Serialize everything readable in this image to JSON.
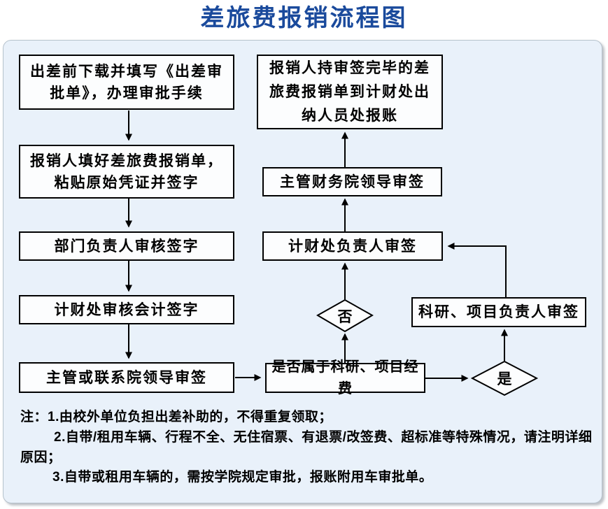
{
  "title": "差旅费报销流程图",
  "boxes": {
    "download_form": "出差前下载并填写《出差审\n批单》，办理审批手续",
    "fill_form": "报销人填好差旅费报销单，\n粘贴原始凭证并签字",
    "dept_head_sign": "部门负责人审核签字",
    "finance_accountant_sign": "计财处审核会计签字",
    "supervisor_dean_sign": "主管或联系院领导审签",
    "is_research_fund": "是否属于科研、项目经费",
    "research_pi_sign": "科研、项目负责人审签",
    "finance_chief_sign": "计财处负责人审签",
    "finance_dean_sign": "主管财务院领导审签",
    "submit_to_cashier": "报销人持审签完毕的差\n旅费报销单到计财处出\n纳人员处报账"
  },
  "decisions": {
    "no": "否",
    "yes": "是"
  },
  "notes": {
    "line1": "注：1.由校外单位负担出差补助的，不得重复领取；",
    "line2": "2.自带/租用车辆、行程不全、无住宿票、有退票/改签费、超标准等特殊情况，请注明详细",
    "line3": "原因；",
    "line4": "3.自带或租用车辆的，需按学院规定审批，报账附用车审批单。"
  },
  "colors": {
    "title": "#1a4a9c",
    "panel_background": "#e9f1fa",
    "panel_border": "#b6c2cc",
    "box_background": "#fcfdfe",
    "box_border": "#000000",
    "line": "#000000"
  }
}
